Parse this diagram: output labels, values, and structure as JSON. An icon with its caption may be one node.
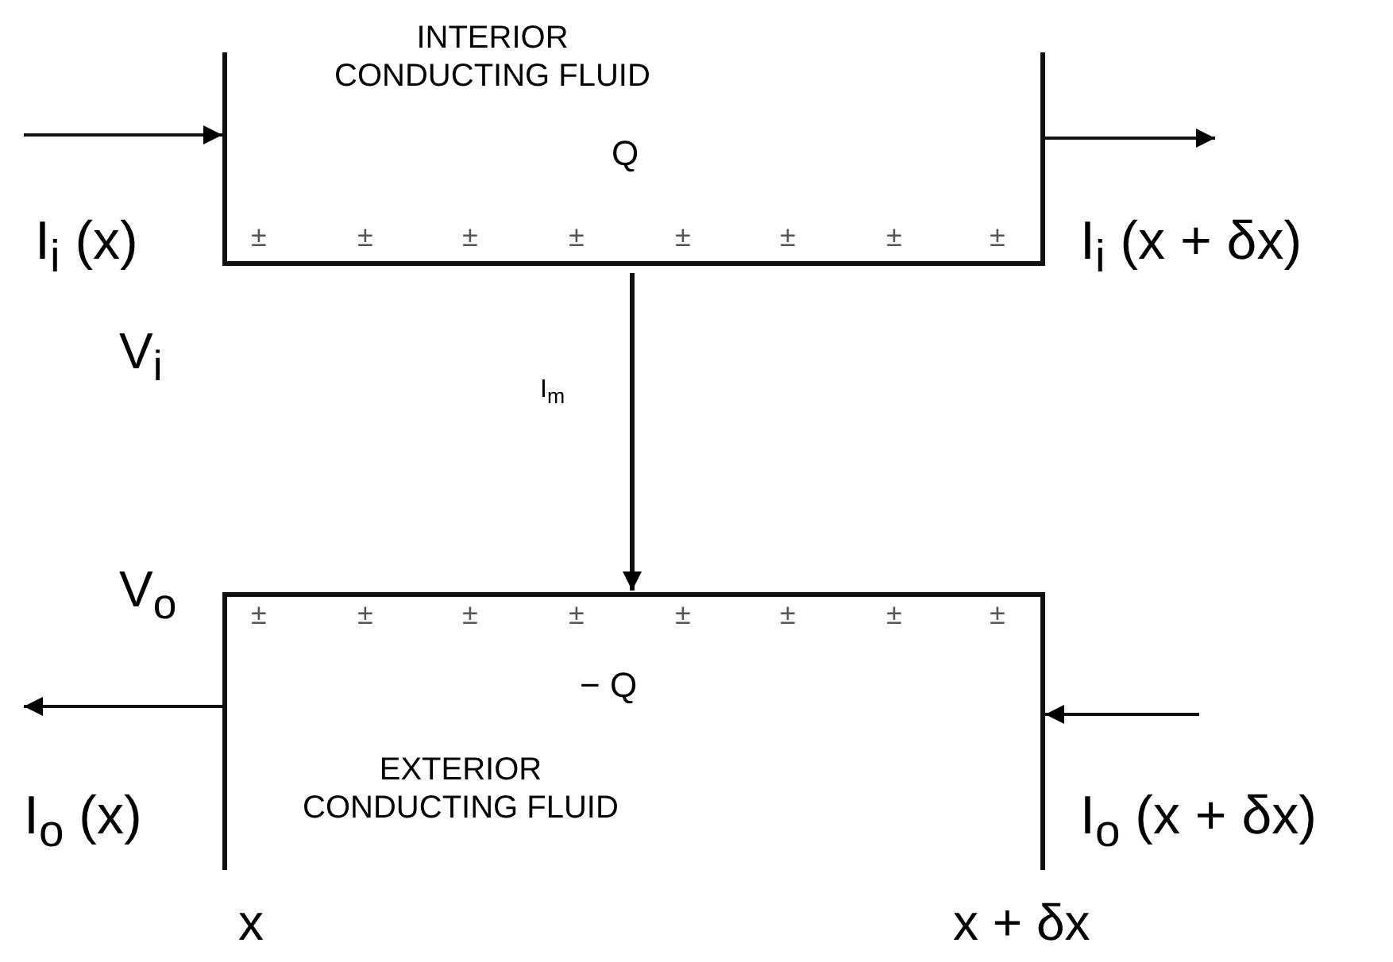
{
  "diagram": {
    "nodes": [
      {
        "text": [
          "INTERIOR CONDUCTING FLUID",
          "Q"
        ]
      },
      {
        "text": [
          "− Q",
          "EXTERIOR CONDUCTING FLUID"
        ]
      }
    ],
    "edges": [
      {
        "from": null,
        "to": 0,
        "arrow": "to",
        "label": "I$_{i}$ (x)"
      },
      {
        "from": 0,
        "to": null,
        "arrow": "to",
        "label": "I$_{i}$ (x + δx)"
      },
      {
        "from": 0,
        "to": 1,
        "arrow": "to",
        "label": "I$_{m}$"
      },
      {
        "from": 1,
        "to": null,
        "arrow": "to",
        "label": "I$_{o}$ (x)"
      },
      {
        "from": null,
        "to": 1,
        "arrow": "to",
        "label": "I$_{o}$ (x + δx)"
      }
    ],
    "labels": [
      "±",
      "±",
      "±",
      "±",
      "±",
      "±",
      "±",
      "±",
      "V$_{i}$",
      "V$_{o}$",
      "±",
      "±",
      "±",
      "±",
      "±",
      "±",
      "±",
      "±",
      "x",
      "x + δx"
    ]
  }
}
